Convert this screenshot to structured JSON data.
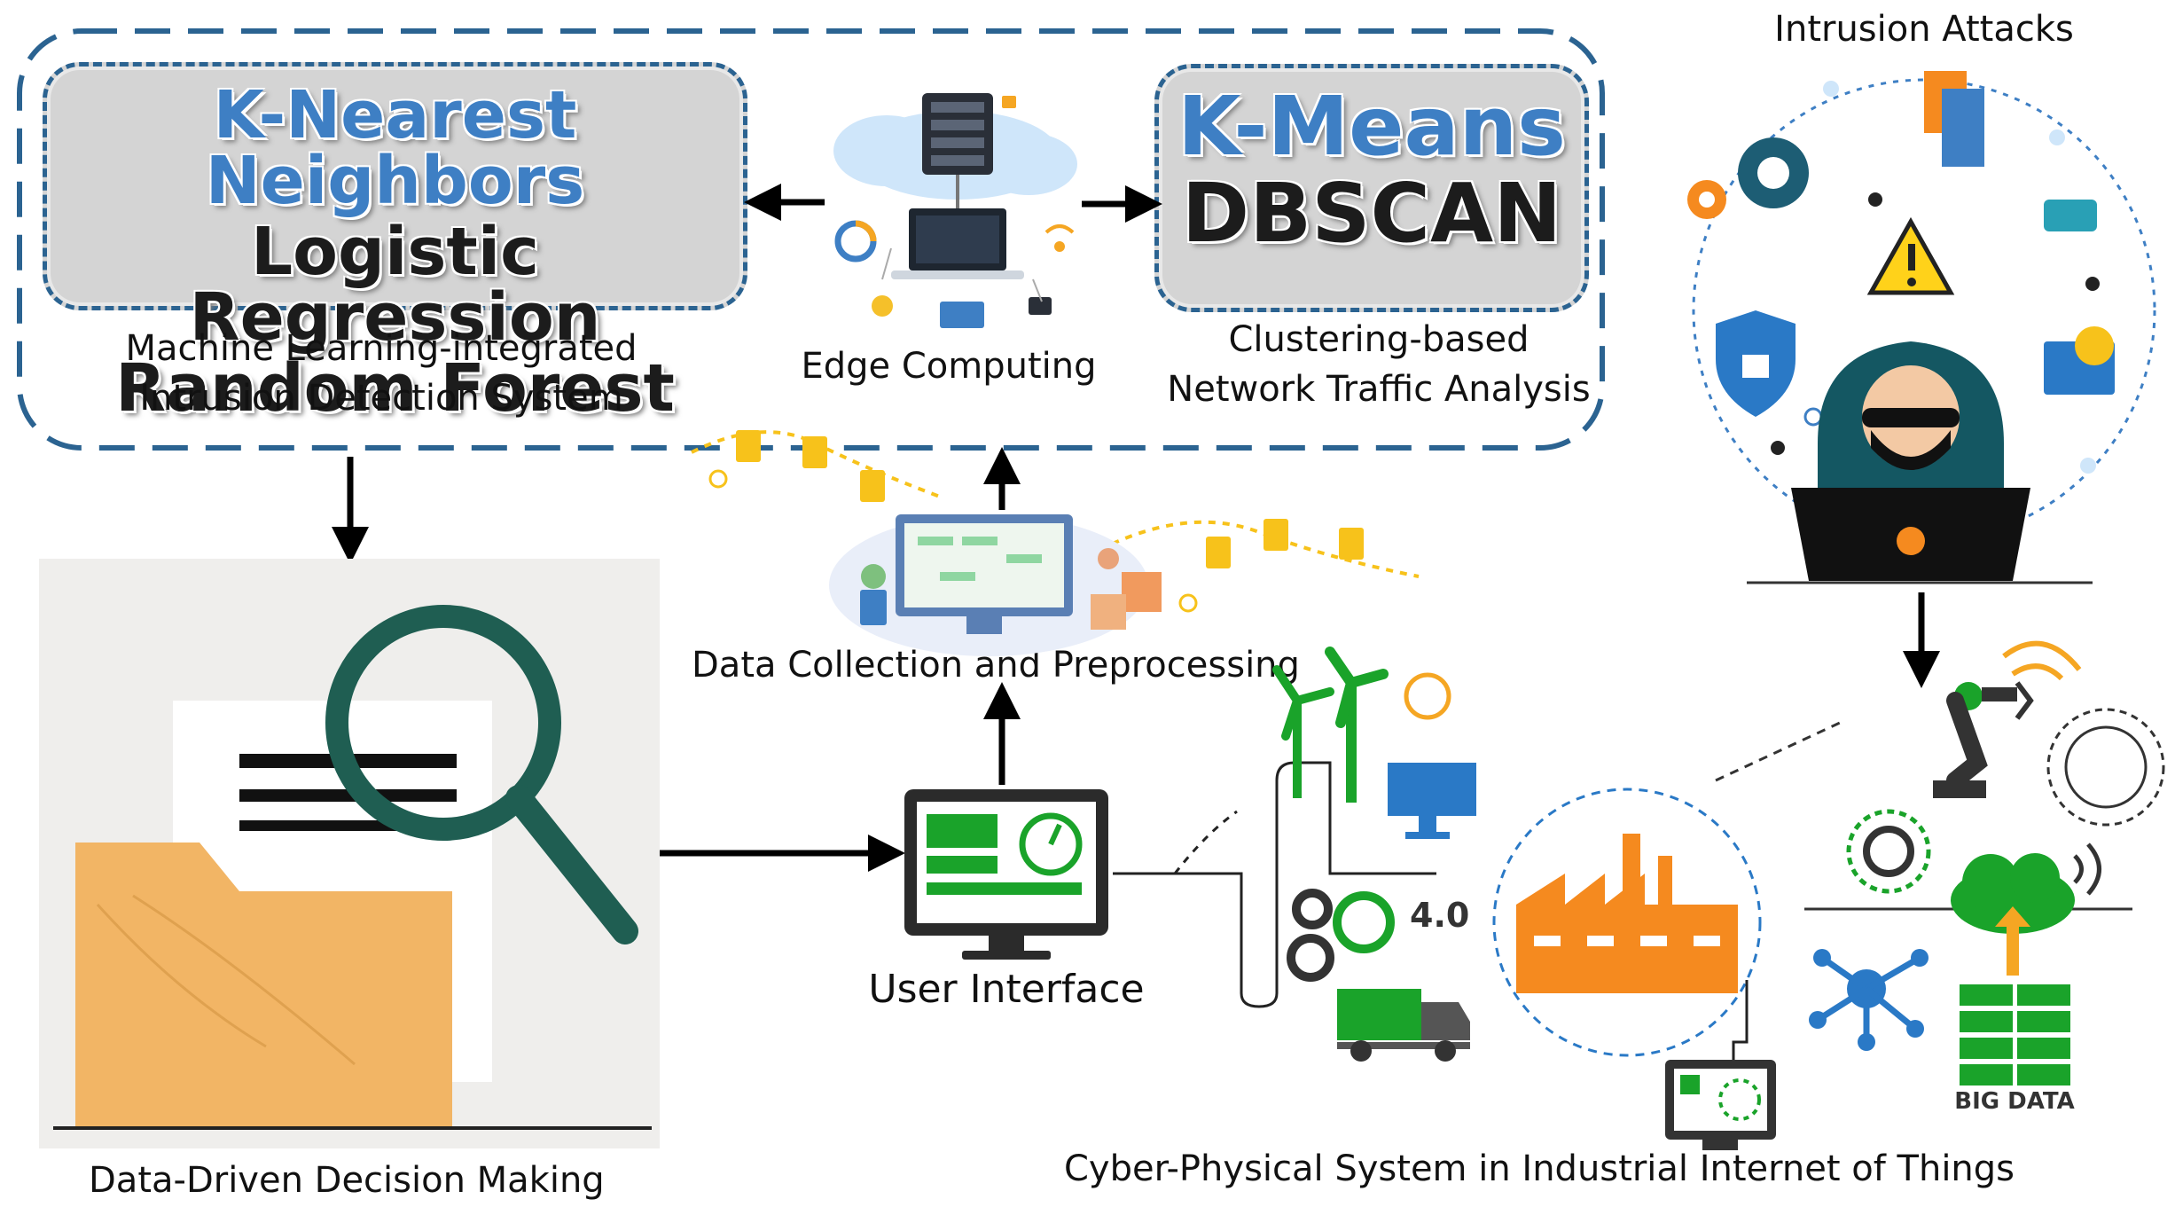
{
  "knn_box": {
    "line1": "K-Nearest Neighbors",
    "line2": "Logistic Regression",
    "line3": "Random Forest"
  },
  "kmeans_box": {
    "line1": "K-Means",
    "line2": "DBSCAN"
  },
  "labels": {
    "ml_ids_line1": "Machine Learning-integrated",
    "ml_ids_line2": "Intrusion Detection System",
    "edge_computing": "Edge Computing",
    "clustering_line1": "Clustering-based",
    "clustering_line2": "Network Traffic Analysis",
    "intrusion_attacks": "Intrusion Attacks",
    "data_collection": "Data Collection and Preprocessing",
    "user_interface": "User Interface",
    "decision_making": "Data-Driven Decision Making",
    "cps_iiot": "Cyber-Physical System in Industrial Internet of Things",
    "industry_version": "4.0",
    "big_data": "BIG DATA"
  },
  "colors": {
    "dash_border": "#2b6391",
    "box_fill": "#d4d4d4",
    "accent_blue": "#3e7fc4",
    "iiot_green": "#1aa32a",
    "factory_orange": "#f58a1f",
    "magnifier_teal": "#1f5e52",
    "folder_tan": "#f2b565",
    "data_yellow": "#f7c21b"
  }
}
